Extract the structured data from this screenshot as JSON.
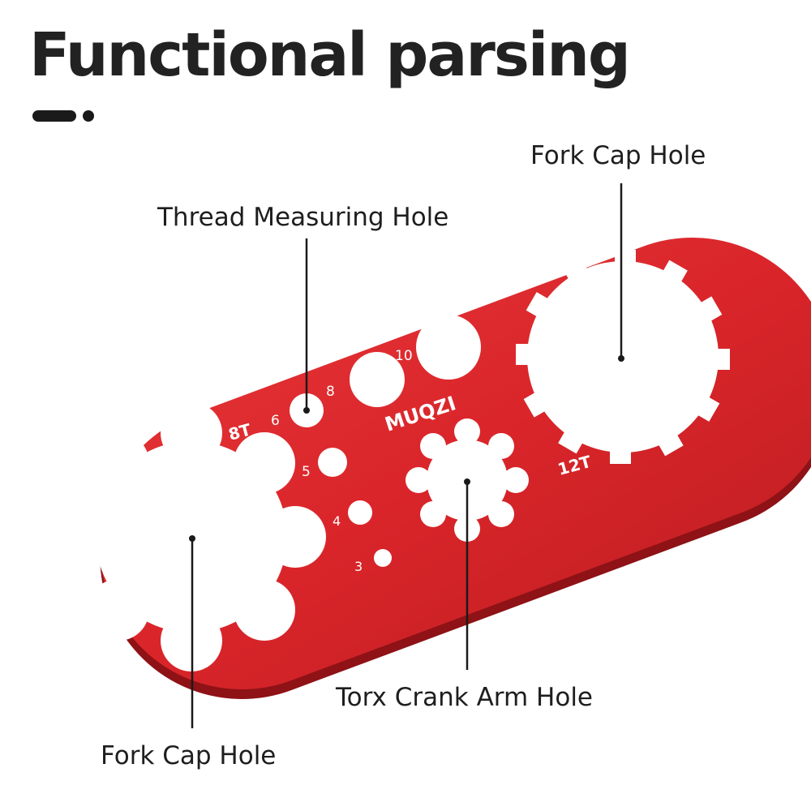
{
  "headline": "Functional parsing",
  "callouts": {
    "fork_cap_top": "Fork Cap Hole",
    "thread_measuring": "Thread Measuring Hole",
    "torx_crank": "Torx Crank Arm Hole",
    "fork_cap_bottom": "Fork Cap Hole"
  },
  "engravings": {
    "brand": "MUQZI",
    "left_spec": "8T",
    "right_spec": "12T",
    "hole_sizes": [
      "3",
      "4",
      "5",
      "6",
      "8",
      "10"
    ]
  },
  "colors": {
    "tool_red": "#d9252a",
    "text_dark": "#1e1e1e"
  }
}
